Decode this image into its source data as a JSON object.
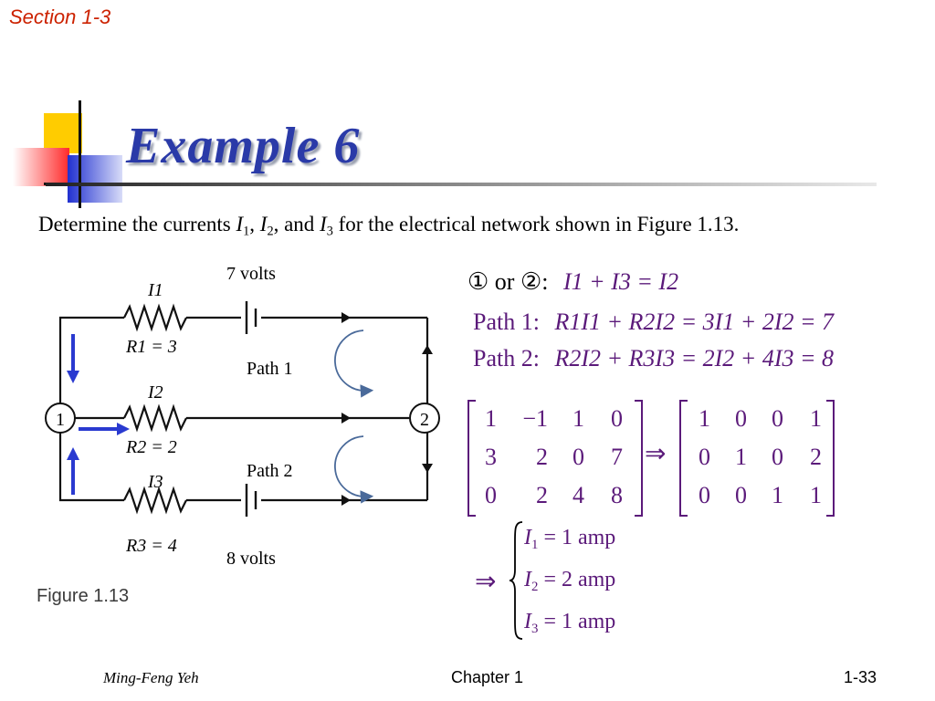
{
  "header": {
    "section": "Section 1-3",
    "title": "Example 6"
  },
  "problem": {
    "prefix": "Determine the currents ",
    "i1": "I",
    "i1_sub": "1",
    "sep1": ", ",
    "i2": "I",
    "i2_sub": "2",
    "sep2": ", and ",
    "i3": "I",
    "i3_sub": "3",
    "suffix": " for the electrical network shown in Figure 1.13."
  },
  "circuit": {
    "battery_top": "7 volts",
    "battery_bottom": "8 volts",
    "resistor_top_current": "I1",
    "resistor_top_label": "R1 = 3",
    "resistor_mid_current": "I2",
    "resistor_mid_label": "R2 = 2",
    "resistor_bot_current": "I3",
    "resistor_bot_label": "R3 = 4",
    "node_left": "1",
    "node_right": "2",
    "path1": "Path 1",
    "path2": "Path 2",
    "caption": "Figure 1.13"
  },
  "equations": {
    "node_prefix": "① or ②:",
    "node_eq": "I1 + I3 = I2",
    "path1_label": "Path 1:",
    "path1_eq": "R1I1 + R2I2 = 3I1 + 2I2 = 7",
    "path2_label": "Path 2:",
    "path2_eq": "R2I2 + R3I3 = 2I2 + 4I3 = 8"
  },
  "matrices": {
    "augmented": [
      [
        "1",
        "−1",
        "1",
        "0"
      ],
      [
        "3",
        "2",
        "0",
        "7"
      ],
      [
        "0",
        "2",
        "4",
        "8"
      ]
    ],
    "reduced": [
      [
        "1",
        "0",
        "0",
        "1"
      ],
      [
        "0",
        "1",
        "0",
        "2"
      ],
      [
        "0",
        "0",
        "1",
        "1"
      ]
    ],
    "implies": "⇒"
  },
  "solution": {
    "implies": "⇒",
    "rows": [
      {
        "var": "I",
        "sub": "1",
        "rhs": "= 1 amp"
      },
      {
        "var": "I",
        "sub": "2",
        "rhs": "= 2 amp"
      },
      {
        "var": "I",
        "sub": "3",
        "rhs": "= 1 amp"
      }
    ]
  },
  "footer": {
    "author": "Ming-Feng Yeh",
    "chapter": "Chapter 1",
    "page": "1-33"
  },
  "colors": {
    "title": "#2a3aa8",
    "section": "#cc2200",
    "arrows": "#2a3ad0",
    "equations": "#5b1a7a"
  }
}
